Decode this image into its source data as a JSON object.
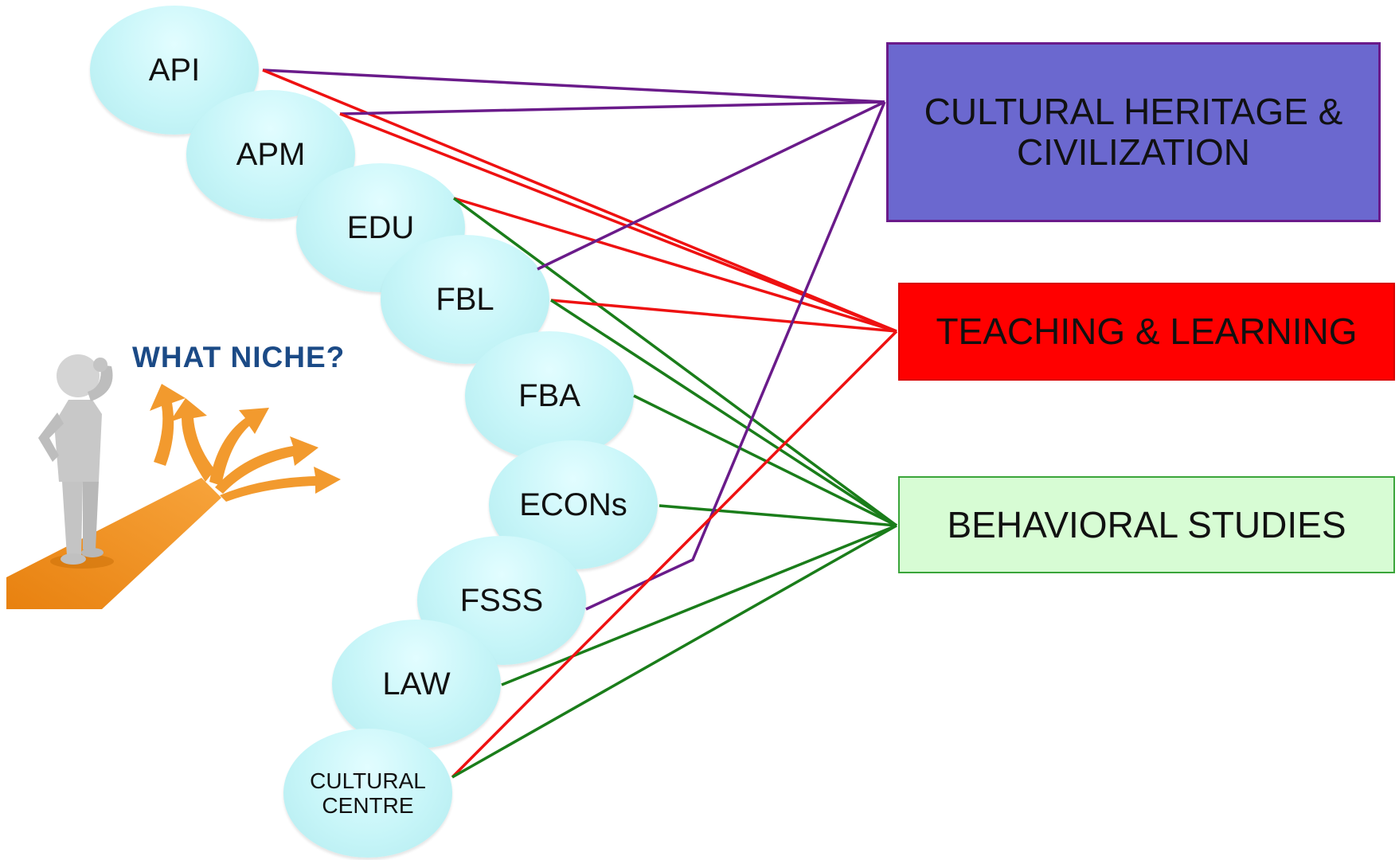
{
  "question": "WHAT NICHE?",
  "sources": [
    {
      "id": "api",
      "label": "API"
    },
    {
      "id": "apm",
      "label": "APM"
    },
    {
      "id": "edu",
      "label": "EDU"
    },
    {
      "id": "fbl",
      "label": "FBL"
    },
    {
      "id": "fba",
      "label": "FBA"
    },
    {
      "id": "econs",
      "label": "ECONs"
    },
    {
      "id": "fsss",
      "label": "FSSS"
    },
    {
      "id": "law",
      "label": "LAW"
    },
    {
      "id": "cultural-centre",
      "label_lines": [
        "CULTURAL",
        "CENTRE"
      ]
    }
  ],
  "niches": {
    "cultural": {
      "lines": [
        "CULTURAL HERITAGE &",
        "CIVILIZATION"
      ],
      "color": "#6b68cf"
    },
    "teaching": {
      "lines": [
        "TEACHING & LEARNING"
      ],
      "color": "#ff0000"
    },
    "behavioral": {
      "lines": [
        "BEHAVIORAL STUDIES"
      ],
      "color": "#d7fcd4"
    }
  },
  "link_colors": {
    "cultural": "#6a1b8a",
    "teaching": "#ee1111",
    "behavioral": "#1a7d1a"
  },
  "links": [
    {
      "from": "api",
      "to": "cultural"
    },
    {
      "from": "api",
      "to": "teaching"
    },
    {
      "from": "apm",
      "to": "cultural"
    },
    {
      "from": "apm",
      "to": "teaching"
    },
    {
      "from": "edu",
      "to": "teaching"
    },
    {
      "from": "edu",
      "to": "behavioral"
    },
    {
      "from": "fbl",
      "to": "cultural"
    },
    {
      "from": "fbl",
      "to": "teaching"
    },
    {
      "from": "fbl",
      "to": "behavioral"
    },
    {
      "from": "fba",
      "to": "behavioral"
    },
    {
      "from": "econs",
      "to": "behavioral"
    },
    {
      "from": "fsss",
      "to": "cultural"
    },
    {
      "from": "law",
      "to": "behavioral"
    },
    {
      "from": "cultural-centre",
      "to": "teaching"
    },
    {
      "from": "cultural-centre",
      "to": "behavioral"
    }
  ]
}
